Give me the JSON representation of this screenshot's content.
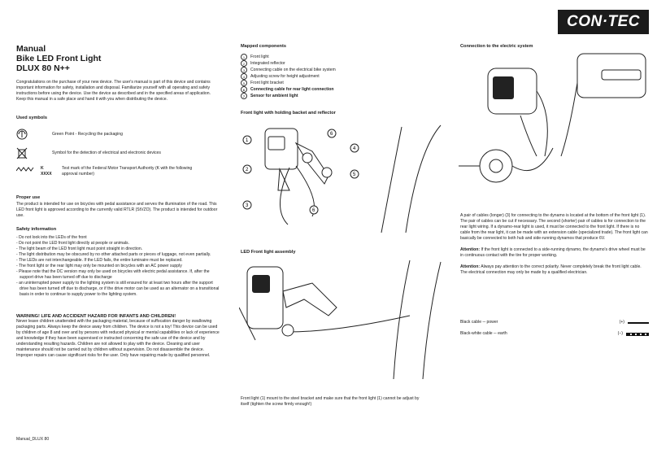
{
  "logo": "CON·TEC",
  "left": {
    "title1": "Manual",
    "title2": "Bike LED Front Light",
    "title3": "DLUX 80 N++",
    "intro": "Congratulations on the purchase of your new device. The user's manual is part of this device and contains important information for safety, installation and disposal. Familiarize yourself with all operating and safety instructions before using the device. Use the device as described and in the specified areas of application. Keep this manual in a safe place and hand it with you when distributing the device.",
    "symbols_heading": "Used symbols",
    "sym1": "Green Point - Recycling the packaging",
    "sym2": "Symbol for the detection of electrical and electronic devices",
    "sym3_mark": "K XXXX",
    "sym3": "Test mark of the Federal Motor Transport Authority (K with the following approval number)",
    "proper_heading": "Proper use",
    "proper_text": "The product is intended for use on bicycles with pedal assistance and serves the illumination of the road. This LED front light is approved according to the currently valid RTLR (StVZO). The product is intended for outdoor use.",
    "safety_heading": "Safety information",
    "safety": [
      "- Do not look into the LEDs of the front",
      "- Do not point the LED front light directly at people or animals.",
      "- The light beam of the LED front light must point straight in direction.",
      "- The light distribution may be obscured by no other attached parts or pieces of luggage, not even partially.",
      "- The LEDs are not interchangeable. If the LED fails, the entire luminaire must be replaced.",
      "- The front light or the rear light may only be mounted on bicycles with an AC power supply",
      "- Please note that the DC version may only be used on bicycles with electric pedal assistance. If, after the support drive has been turned off due to discharge",
      "- an uninterrupted power supply to the lighting system is still ensured for at least two hours after the support drive has been turned off due to discharge, or if the drive motor can be used as an alternator on a transitional basis in order to continue to supply power to the lighting system."
    ],
    "warning_heading": "WARNING! LIFE AND ACCIDENT HAZARD FOR INFANTS AND CHILDREN!",
    "warning_text": "Never leave children unattended with the packaging material, because of suffocation danger by swallowing packaging parts. Always keep the device away from children. The device is not a toy! This device can be used by children of age 8 and over and by persons with reduced physical or mental capabilities or lack of experience and knowledge if they have been supervised or instructed concerning the safe use of the device and by understanding resulting hazards. Children are not allowed to play with the device. Cleaning and user maintenance should not be carried out by children without supervision. Do not disassemble the device. Improper repairs can cause significant risks for the user. Only have repairing made by qualified personnel.",
    "footer": "Manual_DLUX 80"
  },
  "middle": {
    "components_heading": "Mapped components",
    "components": [
      {
        "n": "1",
        "label": "Front light"
      },
      {
        "n": "2",
        "label": "Integrated reflector"
      },
      {
        "n": "3",
        "label": "Connecting cable on the electrical bike system"
      },
      {
        "n": "4",
        "label": "Adjusting screw for height adjustment"
      },
      {
        "n": "5",
        "label": "Front light bracket"
      },
      {
        "n": "6",
        "label": "Connecting cable for rear light connection"
      },
      {
        "n": "7",
        "label": "Sensor for ambient light"
      }
    ],
    "fig1_heading": "Front light with holding backet and reflector",
    "fig1_labels": [
      "1",
      "2",
      "6",
      "4",
      "5",
      "3",
      "6"
    ],
    "fig2_heading": "LED Front light assembly",
    "fig2_caption": "Front light (1) mount to the steel bracket and make sure that the front light (1) cannot be adjust by itself (tighten the screw firmly enough!)"
  },
  "right": {
    "connection_heading": "Connection to the electric system",
    "para1": "A pair of cables (longer) (3) for connecting to the dynamo is located at the bottom of the front light (1). The pair of cables can be cut if necessary. The second (shorter) pair of cables is for connection to the rear light wiring. If a dynamo-rear light is used, it must be connected to the front light. If there is no cable from the rear light, it can be made with an extension cable (specialized trade). The front light can basically be connected to both hub and side-running dynamos that produce 6V.",
    "attention1_label": "Attention:",
    "attention1": "If the front light is connected to a side-running dynamo, the dynamo's drive wheel must be in continuous contact with the tire for proper working.",
    "attention2_label": "Attention:",
    "attention2": "Always pay attention to the correct polarity. Never completely break the front light cable. The electrical connection may only be made by a qualified electrician.",
    "cable1": "Black cable ─ power",
    "cable1_sym": "(+)",
    "cable2": "Black-white cable ─ earth",
    "cable2_sym": "(−)"
  }
}
